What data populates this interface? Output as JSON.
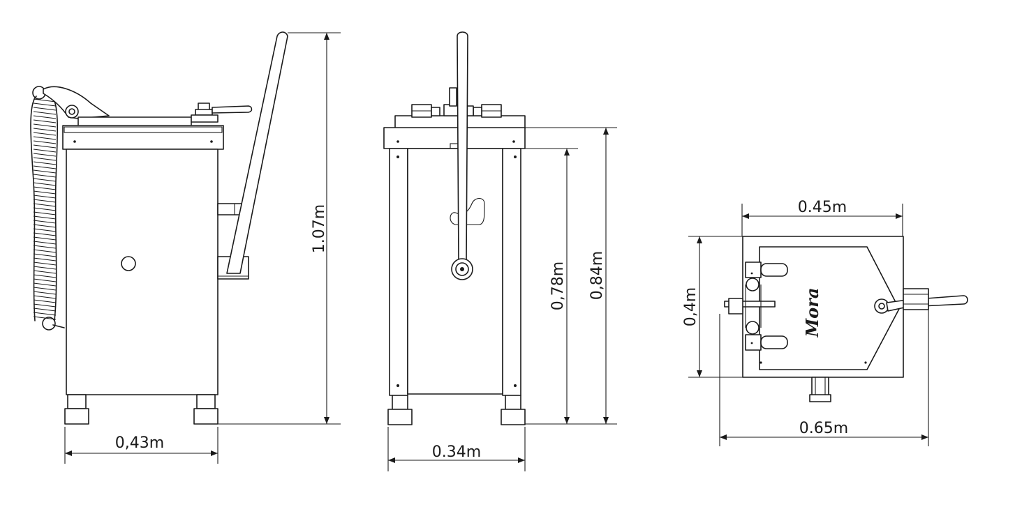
{
  "views": {
    "side": {
      "width_label": "0,43m",
      "height_label": "1.07m"
    },
    "front": {
      "width_label": "0.34m",
      "inner_height_label": "0,78m",
      "total_height_label": "0,84m"
    },
    "top": {
      "body_width_label": "0.45m",
      "total_width_label": "0.65m",
      "depth_label": "0,4m",
      "brand_logo": "Mora"
    }
  }
}
